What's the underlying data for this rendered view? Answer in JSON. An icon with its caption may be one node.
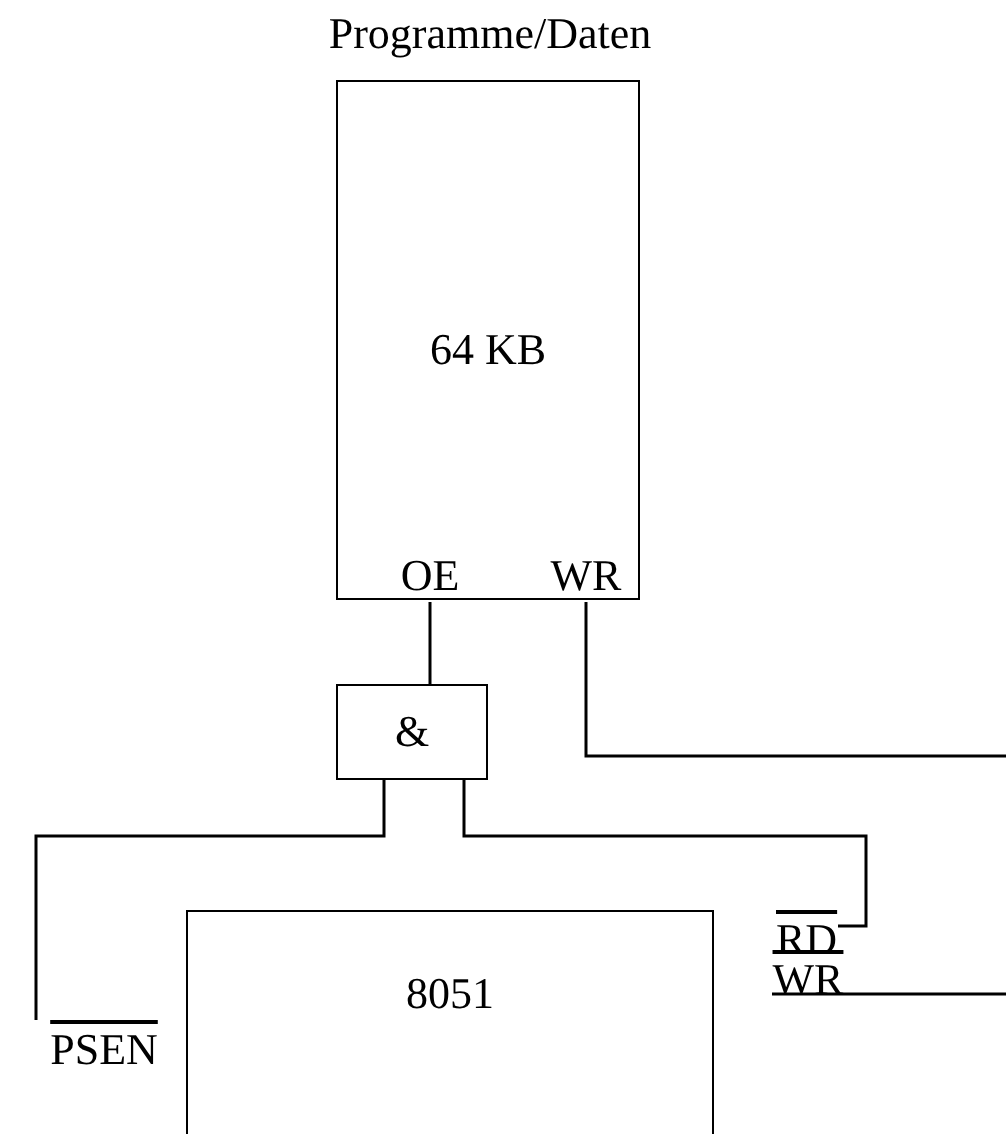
{
  "diagram": {
    "nodes": [
      {
        "text": [
          "Programme/Daten",
          "64 KB"
        ]
      },
      {
        "text": [
          "OE"
        ],
        "in": 0
      },
      {
        "text": [
          "WR"
        ],
        "in": 0
      },
      {
        "text": [
          "&"
        ]
      },
      {
        "text": [
          "8051"
        ]
      },
      {
        "text": [
          "RD"
        ]
      },
      {
        "text": [
          "WR"
        ]
      },
      {
        "text": [
          "PSEN"
        ]
      }
    ],
    "edges": [
      {
        "from": 1,
        "to": 3,
        "arrow": "none"
      },
      {
        "from": 3,
        "to": 7,
        "arrow": "none"
      },
      {
        "from": 3,
        "to": 5,
        "arrow": "none"
      },
      {
        "from": 2,
        "to": null,
        "arrow": "none"
      },
      {
        "from": 6,
        "to": null,
        "arrow": "none"
      }
    ]
  }
}
